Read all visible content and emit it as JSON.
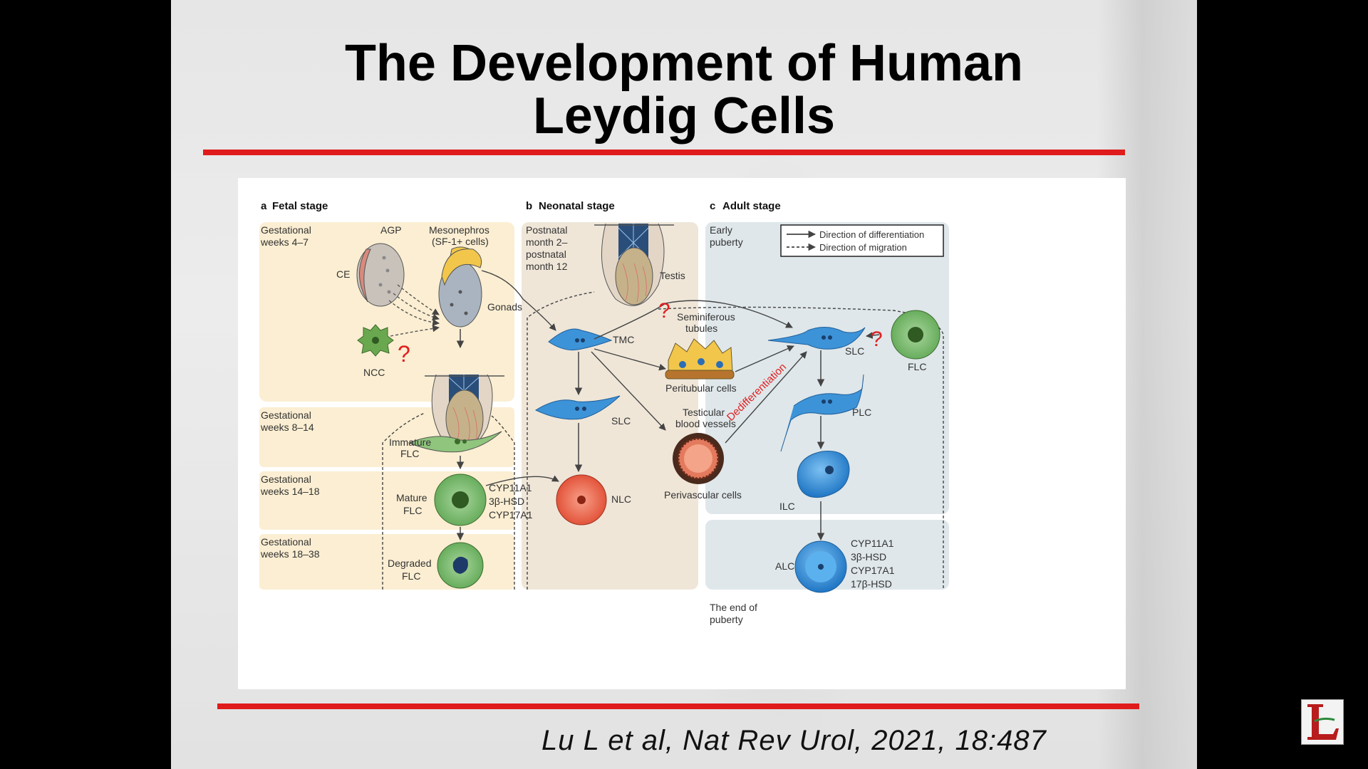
{
  "slide": {
    "title_line1": "The Development of Human",
    "title_line2": "Leydig Cells",
    "citation": "Lu L et al, Nat Rev Urol, 2021, 18:487",
    "accent_color": "#e01b1b"
  },
  "figure": {
    "panels": {
      "a": {
        "letter": "a",
        "title": "Fetal stage"
      },
      "b": {
        "letter": "b",
        "title": "Neonatal stage"
      },
      "c": {
        "letter": "c",
        "title": "Adult stage"
      }
    },
    "stages": {
      "gw4_7_a": "Gestational",
      "gw4_7_b": "weeks 4–7",
      "gw8_14_a": "Gestational",
      "gw8_14_b": "weeks 8–14",
      "gw14_18_a": "Gestational",
      "gw14_18_b": "weeks 14–18",
      "gw18_38_a": "Gestational",
      "gw18_38_b": "weeks 18–38",
      "post_a": "Postnatal",
      "post_b": "month 2–",
      "post_c": "postnatal",
      "post_d": "month 12",
      "early_a": "Early",
      "early_b": "puberty",
      "end_a": "The end of",
      "end_b": "puberty"
    },
    "legend": {
      "differentiation": "Direction of differentiation",
      "migration": "Direction of migration"
    },
    "labels": {
      "agp": "AGP",
      "ce": "CE",
      "meso_a": "Mesonephros",
      "meso_b": "(SF-1+ cells)",
      "gonads": "Gonads",
      "ncc": "NCC",
      "immature_a": "Immature",
      "immature_b": "FLC",
      "mature_a": "Mature",
      "mature_b": "FLC",
      "degraded_a": "Degraded",
      "degraded_b": "FLC",
      "fetal_markers_1": "CYP11A1",
      "fetal_markers_2": "3β-HSD",
      "fetal_markers_3": "CYP17A1",
      "testis": "Testis",
      "tmc": "TMC",
      "slc_b": "SLC",
      "nlc": "NLC",
      "semi_a": "Seminiferous",
      "semi_b": "tubules",
      "peritubular": "Peritubular cells",
      "vessels_a": "Testicular",
      "vessels_b": "blood vessels",
      "perivascular": "Perivascular cells",
      "dediff": "Dedifferentiation",
      "slc_c": "SLC",
      "flc_c": "FLC",
      "plc": "PLC",
      "ilc": "ILC",
      "alc": "ALC",
      "adult_markers_1": "CYP11A1",
      "adult_markers_2": "3β-HSD",
      "adult_markers_3": "CYP17A1",
      "adult_markers_4": "17β-HSD",
      "question": "?"
    },
    "colors": {
      "fetal_bg": "#fbeed2",
      "neonatal_bg": "#efe6d8",
      "adult_bg": "#dfe7ea",
      "green_cell": "#7fbf72",
      "blue_cell": "#3d93d8",
      "red_cell": "#ec6a4e",
      "question_mark": "#e02020"
    }
  },
  "logo_icon": "seal-logo"
}
